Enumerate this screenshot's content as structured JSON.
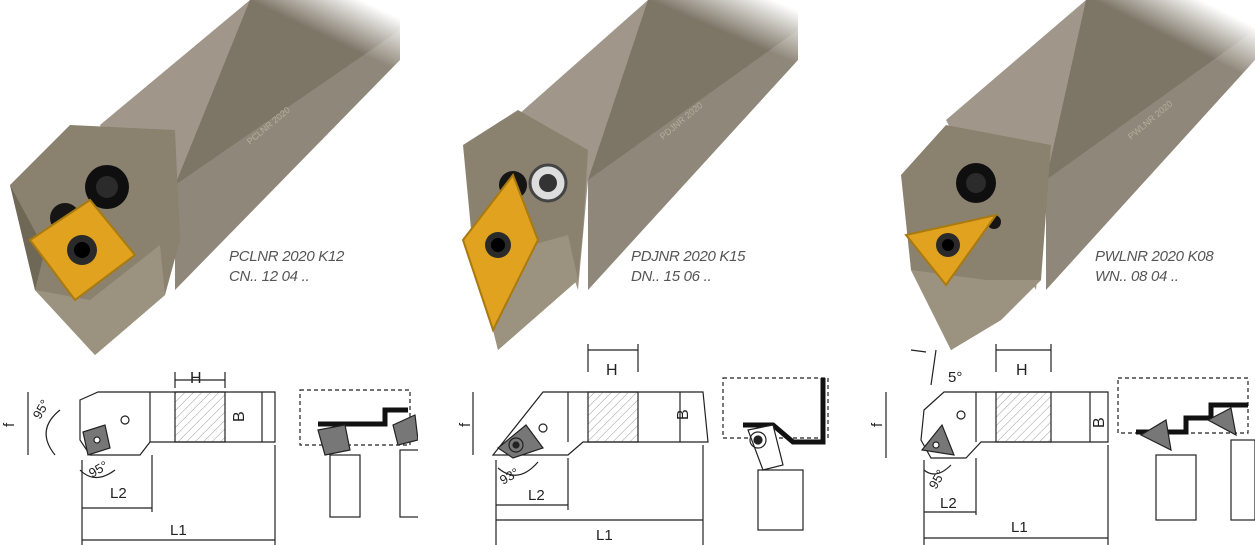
{
  "tools": [
    {
      "designation": "PCLNR 2020 K12",
      "insert": "CN.. 12 04 ..",
      "insert_color": "#e0a21f",
      "dims": {
        "h": "H",
        "b": "B",
        "f": "f",
        "l1": "L1",
        "l2": "L2",
        "a1": "95°",
        "a2": "95°"
      }
    },
    {
      "designation": "PDJNR 2020 K15",
      "insert": "DN.. 15 06 ..",
      "insert_color": "#e0a21f",
      "dims": {
        "h": "H",
        "b": "B",
        "f": "f",
        "l1": "L1",
        "l2": "L2",
        "a1": "93°"
      }
    },
    {
      "designation": "PWLNR 2020 K08",
      "insert": "WN.. 08 04 ..",
      "insert_color": "#e0a21f",
      "dims": {
        "h": "H",
        "b": "B",
        "f": "f",
        "l1": "L1",
        "l2": "L2",
        "a1": "5°",
        "a2": "95°"
      }
    }
  ]
}
